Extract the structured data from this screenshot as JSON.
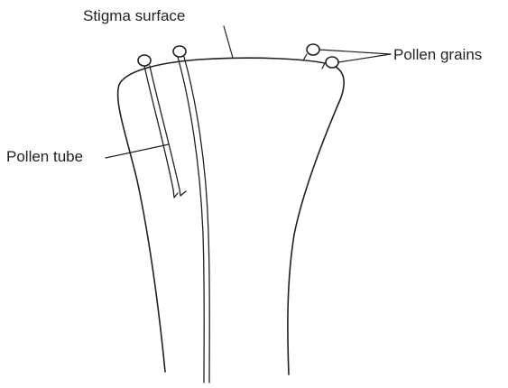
{
  "diagram": {
    "labels": {
      "stigma_surface": "Stigma surface",
      "pollen_grains": "Pollen grains",
      "pollen_tube": "Pollen tube"
    },
    "colors": {
      "line": "#231f20",
      "background": "#ffffff"
    }
  }
}
